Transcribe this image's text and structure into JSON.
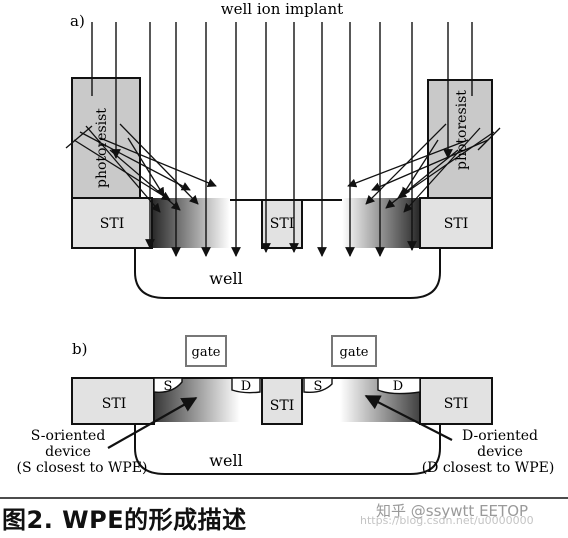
{
  "figure": {
    "top_title": "well ion implant",
    "panel_a": {
      "label": "a)",
      "photoresist_left": "photoresist",
      "photoresist_right": "photoresist",
      "sti_left": "STI",
      "sti_center": "STI",
      "sti_right": "STI",
      "well": "well"
    },
    "panel_b": {
      "label": "b)",
      "gate_left": "gate",
      "gate_right": "gate",
      "source_left": "S",
      "drain_left": "D",
      "source_right": "S",
      "drain_right": "D",
      "sti_left": "STI",
      "sti_center": "STI",
      "sti_right": "STI",
      "well": "well",
      "callout_left": [
        "S-oriented",
        "device",
        "(S closest to WPE)"
      ],
      "callout_right": [
        "D-oriented",
        "device",
        "(D closest to WPE)"
      ]
    },
    "caption": "图2. WPE的形成描述",
    "watermark": "知乎 @ssywtt EETOP",
    "watermark_url": "https://blog.csdn.net/u0000000"
  }
}
